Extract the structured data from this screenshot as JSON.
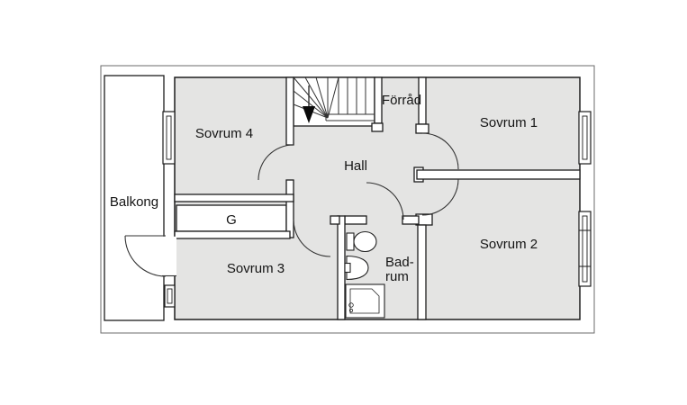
{
  "floorplan": {
    "rooms": {
      "balkong": {
        "label": "Balkong"
      },
      "sovrum4": {
        "label": "Sovrum 4"
      },
      "sovrum1": {
        "label": "Sovrum 1"
      },
      "sovrum2": {
        "label": "Sovrum 2"
      },
      "sovrum3": {
        "label": "Sovrum 3"
      },
      "hall": {
        "label": "Hall"
      },
      "forrad": {
        "label": "Förråd"
      },
      "garderob": {
        "label": "G"
      },
      "badrum": {
        "label_line1": "Bad-",
        "label_line2": "rum"
      }
    },
    "stairs": {
      "arrow_direction": "down"
    },
    "colors": {
      "floor": "#e4e4e3",
      "wall": "#1d1d1d",
      "outline": "#6b6b6b",
      "fixture": "#ffffff",
      "arrow": "#0a0a0a",
      "text": "#141414"
    }
  }
}
